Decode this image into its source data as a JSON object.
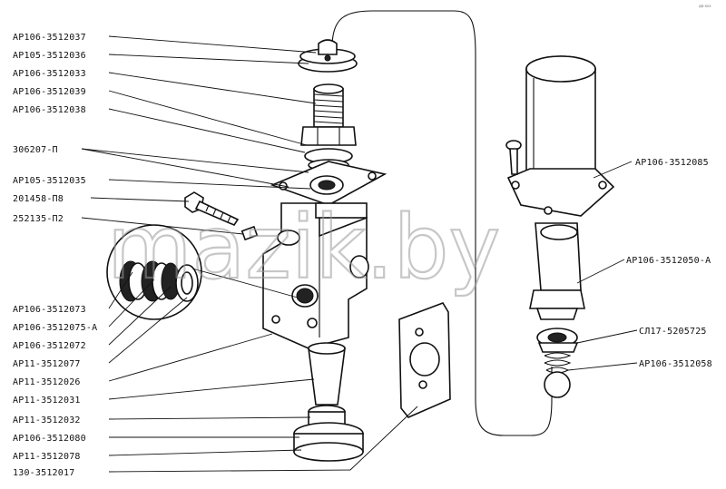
{
  "watermark": "mazik.by",
  "corner_mark": "дв-ххх",
  "labels_left": [
    "АР106-3512037",
    "АР105-3512036",
    "АР106-3512033",
    "АР106-3512039",
    "АР106-3512038",
    "306207-П",
    "АР105-3512035",
    "201458-П8",
    "252135-П2",
    "АР106-3512073",
    "АР106-3512075-А",
    "АР106-3512072",
    "АР11-3512077",
    "АР11-3512026",
    "АР11-3512031",
    "АР11-3512032",
    "АР106-3512080",
    "АР11-3512078",
    "130-3512017"
  ],
  "labels_right": [
    "АР106-3512085",
    "АР106-3512050-А",
    "СЛ17-5205725",
    "АР106-3512058"
  ]
}
